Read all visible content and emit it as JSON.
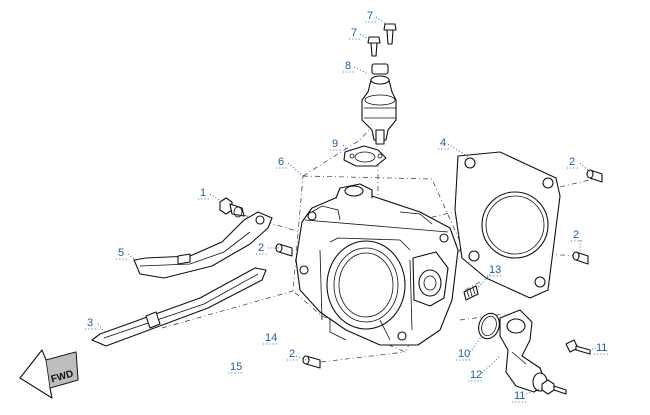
{
  "diagram": {
    "callouts": {
      "c1": "1",
      "c2a": "2",
      "c2b": "2",
      "c2c": "2",
      "c2d": "2",
      "c3": "3",
      "c4": "4",
      "c5": "5",
      "c6": "6",
      "c7a": "7",
      "c7b": "7",
      "c8": "8",
      "c9": "9",
      "c10": "10",
      "c11a": "11",
      "c11b": "11",
      "c12": "12",
      "c13": "13",
      "c14": "14",
      "c15": "15"
    },
    "direction_marker": "FWD"
  }
}
